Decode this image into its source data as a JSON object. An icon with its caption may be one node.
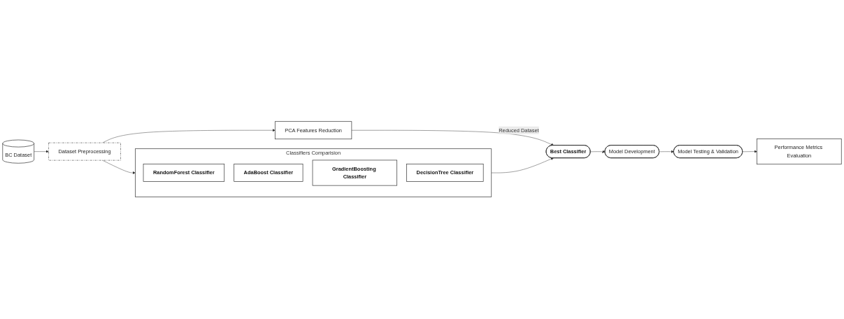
{
  "diagram": {
    "nodes": [
      {
        "text": [
          "BC Dataset"
        ]
      },
      {
        "text": [
          "Dataset Preprocessing"
        ]
      },
      {
        "text": [
          "PCA Features Reduction"
        ]
      },
      {
        "text": [
          "Classifiers Comparision"
        ]
      },
      {
        "text": [
          "RandomForest Classifier"
        ],
        "in": 3
      },
      {
        "text": [
          "AdaBoost Classifier"
        ],
        "in": 3
      },
      {
        "text": [
          "GradientBoosting Classifier"
        ],
        "in": 3
      },
      {
        "text": [
          "DecisionTree Classifier"
        ],
        "in": 3
      },
      {
        "text": [
          "Best Classifier"
        ]
      },
      {
        "text": [
          "Model Development"
        ]
      },
      {
        "text": [
          "Model Testing & Validation"
        ]
      },
      {
        "text": [
          "Performance Metrics Evaluation"
        ]
      }
    ],
    "edges": [
      {
        "from": 0,
        "to": 1,
        "arrow": "to"
      },
      {
        "from": 1,
        "to": 2,
        "arrow": "to"
      },
      {
        "from": 1,
        "to": 3,
        "arrow": "to"
      },
      {
        "from": 2,
        "to": 8,
        "arrow": "to",
        "label": "Reduced Dataset"
      },
      {
        "from": 3,
        "to": 8,
        "arrow": "to"
      },
      {
        "from": 8,
        "to": 9,
        "arrow": "to"
      },
      {
        "from": 9,
        "to": 10,
        "arrow": "to"
      },
      {
        "from": 10,
        "to": 11,
        "arrow": "to"
      }
    ]
  }
}
